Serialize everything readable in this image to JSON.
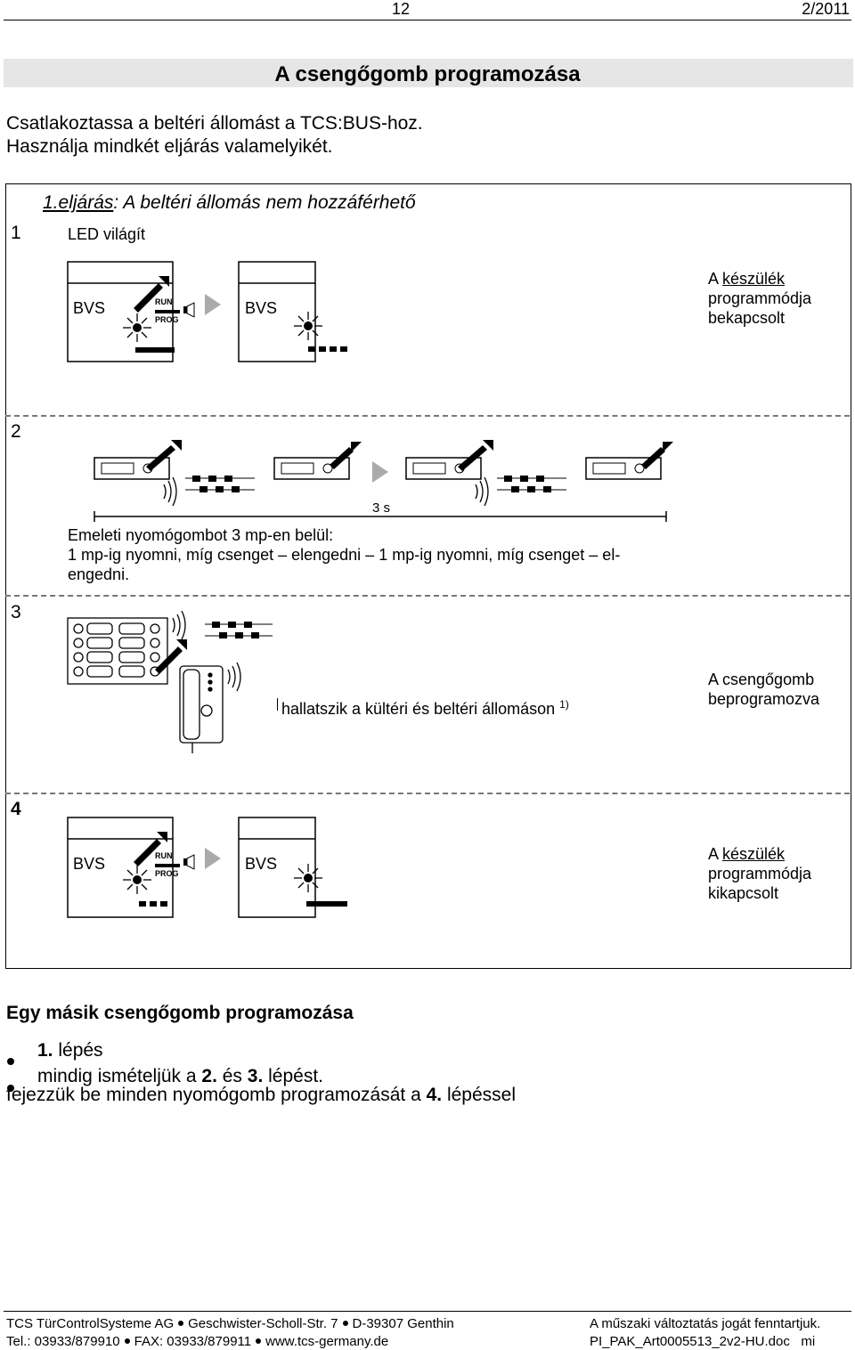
{
  "header": {
    "page": "12",
    "date": "2/2011"
  },
  "title": "A csengőgomb programozása",
  "intro": [
    "Csatlakoztassa a beltéri állomást a TCS:BUS-hoz.",
    "Használja mindkét eljárás valamelyikét."
  ],
  "procedure": {
    "number": "1.",
    "label": "eljárás",
    "sep": ":",
    "rest": " A beltéri állomás nem hozzáférhető"
  },
  "steps": {
    "s1": {
      "num": "1",
      "text": "LED világít",
      "note_pre": "A ",
      "note_u": "készülék",
      "note_rest": [
        "programmódja",
        "bekapcsolt"
      ]
    },
    "s2": {
      "num": "2",
      "time": "3 s",
      "text": [
        "Emeleti nyomógombot 3 mp-en belül:",
        "1 mp-ig nyomni, míg csenget – elengedni – 1 mp-ig nyomni, míg csenget – el-",
        "engedni."
      ]
    },
    "s3": {
      "num": "3",
      "text": "hallatszik a kültéri és beltéri állomáson",
      "sup": "1)",
      "note": [
        "A csengőgomb",
        "beprogramozva"
      ]
    },
    "s4": {
      "num": "4",
      "note_pre": "A ",
      "note_u": "készülék",
      "note_rest": [
        "programmódja",
        "kikapcsolt"
      ]
    }
  },
  "device": {
    "bvs": "BVS",
    "run": "RUN",
    "prog": "PROG"
  },
  "section2": {
    "title": "Egy másik csengőgomb programozása",
    "b1": {
      "bold": "1.",
      "rest": " lépés"
    },
    "b2": {
      "pre": "mindig ismételjük a ",
      "n1": "2.",
      "mid": " és ",
      "n2": "3.",
      "post": " lépést."
    },
    "last": {
      "pre": "fejezzük be minden nyomógomb programozását a ",
      "n": "4.",
      "post": " lépéssel"
    }
  },
  "footer": {
    "l1a": "TCS TürControlSysteme AG",
    "l1b": "Geschwister-Scholl-Str. 7",
    "l1c": "D-39307 Genthin",
    "l2a": "Tel.: 03933/879910",
    "l2b": "FAX: 03933/879911",
    "l2c": "www.tcs-germany.de",
    "r1": "A műszaki változtatás jogát fenntartjuk.",
    "r2": "PI_PAK_Art0005513_2v2-HU.doc   mi"
  }
}
